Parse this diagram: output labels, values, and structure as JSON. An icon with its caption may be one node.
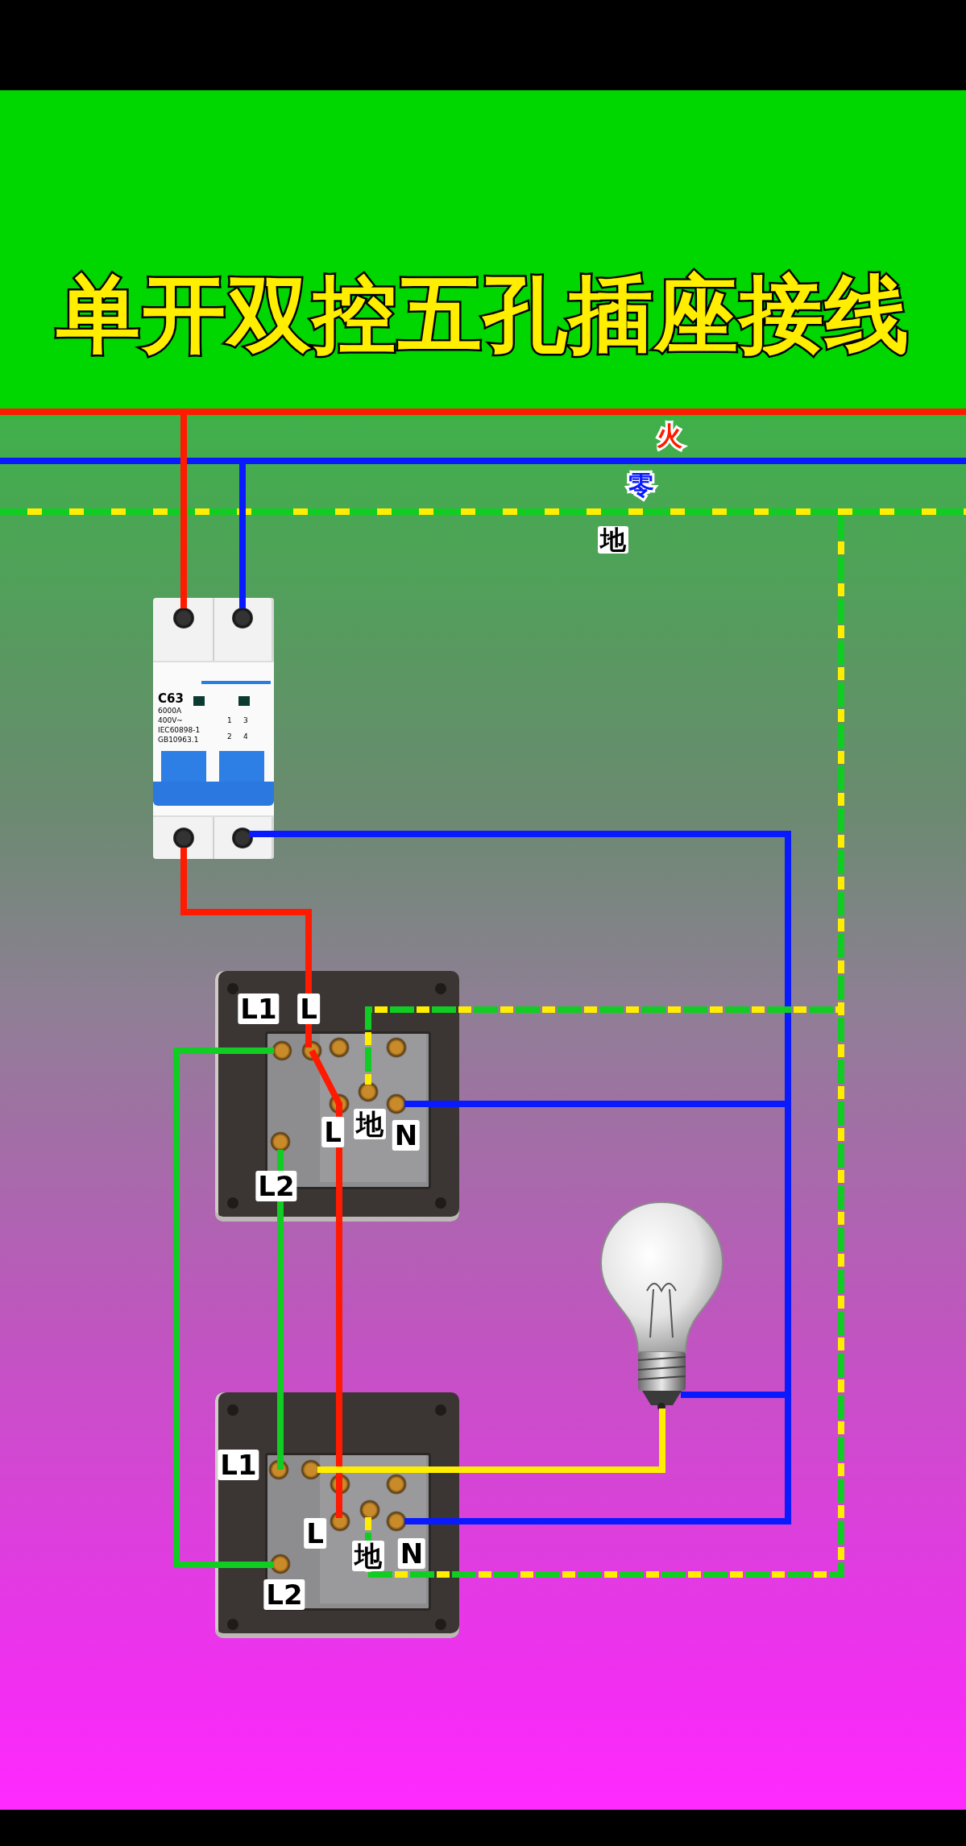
{
  "diagram": {
    "title": "单开双控五孔插座接线",
    "nodes": [
      {
        "text": [
          "火"
        ]
      },
      {
        "text": [
          "零"
        ]
      },
      {
        "text": [
          "地"
        ]
      },
      {
        "text": [
          "C63",
          "6000A",
          "400V~",
          "IEC60898-1",
          "GB10963.1",
          "1",
          "3",
          "2",
          "4"
        ]
      },
      {
        "text": [
          "L1",
          "L",
          "L",
          "地",
          "N",
          "L2"
        ]
      },
      {
        "text": [
          "L1",
          "L",
          "地",
          "N",
          "L2"
        ]
      },
      {
        "text": [],
        "shape": "picture"
      }
    ],
    "edges": [
      {
        "from": 0,
        "to": 3,
        "arrow": "none",
        "color": "#ff1a00"
      },
      {
        "from": 1,
        "to": 3,
        "arrow": "none",
        "color": "#0a1aff"
      },
      {
        "from": 3,
        "to": 4,
        "arrow": "none",
        "color": "#ff1a00"
      },
      {
        "from": 4,
        "to": 5,
        "arrow": "none",
        "color": "#ff1a00"
      },
      {
        "from": 3,
        "to": 4,
        "arrow": "none",
        "color": "#0a1aff"
      },
      {
        "from": 3,
        "to": 6,
        "arrow": "none",
        "color": "#0a1aff"
      },
      {
        "from": 3,
        "to": 5,
        "arrow": "none",
        "color": "#0a1aff"
      },
      {
        "from": 2,
        "to": 4,
        "arrow": "none",
        "style": "dashed",
        "color": "#11cc22"
      },
      {
        "from": 2,
        "to": 5,
        "arrow": "none",
        "style": "dashed",
        "color": "#11cc22"
      },
      {
        "from": 4,
        "to": 5,
        "arrow": "none",
        "color": "#11cc22"
      },
      {
        "from": 4,
        "to": 5,
        "arrow": "none",
        "color": "#11cc22"
      },
      {
        "from": 5,
        "to": 6,
        "arrow": "none",
        "color": "#ffee00"
      }
    ]
  }
}
